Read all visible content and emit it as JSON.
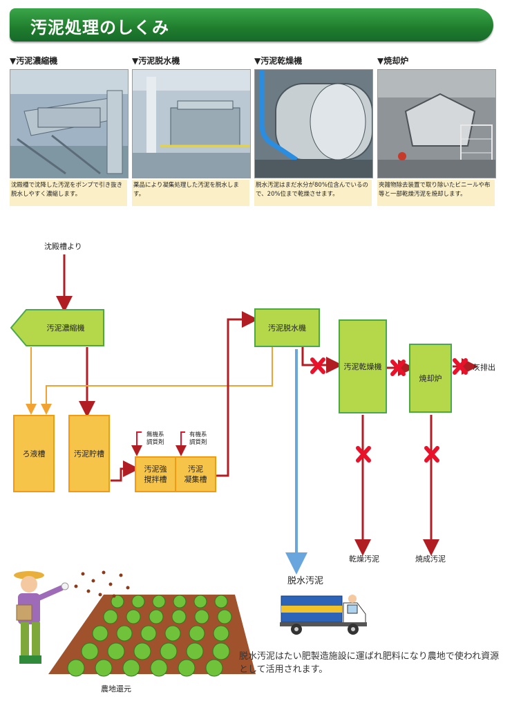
{
  "title": "汚泥処理のしくみ",
  "panels": [
    {
      "heading": "▼汚泥濃縮機",
      "description": "沈殿槽で沈降した汚泥をポンプで引き抜き脱水しやすく濃縮します。",
      "photo": "sludge-thickener-photo"
    },
    {
      "heading": "▼汚泥脱水機",
      "description": "薬品により凝集処理した汚泥を脱水します。",
      "photo": "sludge-dewatering-photo"
    },
    {
      "heading": "▼汚泥乾燥機",
      "description": "脱水汚泥はまだ水分が80%位含んでいるので、20%位まで乾燥させます。",
      "photo": "sludge-dryer-photo"
    },
    {
      "heading": "▼焼却炉",
      "description": "夾雑物除去装置で取り除いたビニールや布等と一部乾燥汚泥を焼却します。",
      "photo": "incinerator-photo"
    }
  ],
  "diagram": {
    "source_label": "沈殿槽より",
    "thickener": "汚泥濃縮機",
    "filtrate_tank": "ろ液槽",
    "storage_tank": "汚泥貯槽",
    "mixing_tank": "汚泥強\n撹拌槽",
    "coagulation_tank": "汚泥\n凝集槽",
    "inorganic_agent": "無機系\n調質剤",
    "organic_agent": "有機系\n調質剤",
    "dewatering": "汚泥脱水機",
    "dryer": "汚泥乾燥機",
    "incinerator": "焼却炉",
    "ash_label": "灰排出",
    "dried_label": "乾燥汚泥",
    "incinerated_label": "焼成汚泥",
    "dewatered_label": "脱水汚泥",
    "farmland_label": "農地還元"
  },
  "bottom_text": "脱水汚泥はたい肥製造施設に運ばれ肥料になり農地で使われ資源として活用されます。",
  "colors": {
    "green_box": "#b5d84a",
    "orange_box": "#f7c44a",
    "red_arrow": "#b01e23",
    "orange_line": "#f2a230",
    "blue_arrow": "#6aa6de",
    "cross": "#e8132b"
  }
}
